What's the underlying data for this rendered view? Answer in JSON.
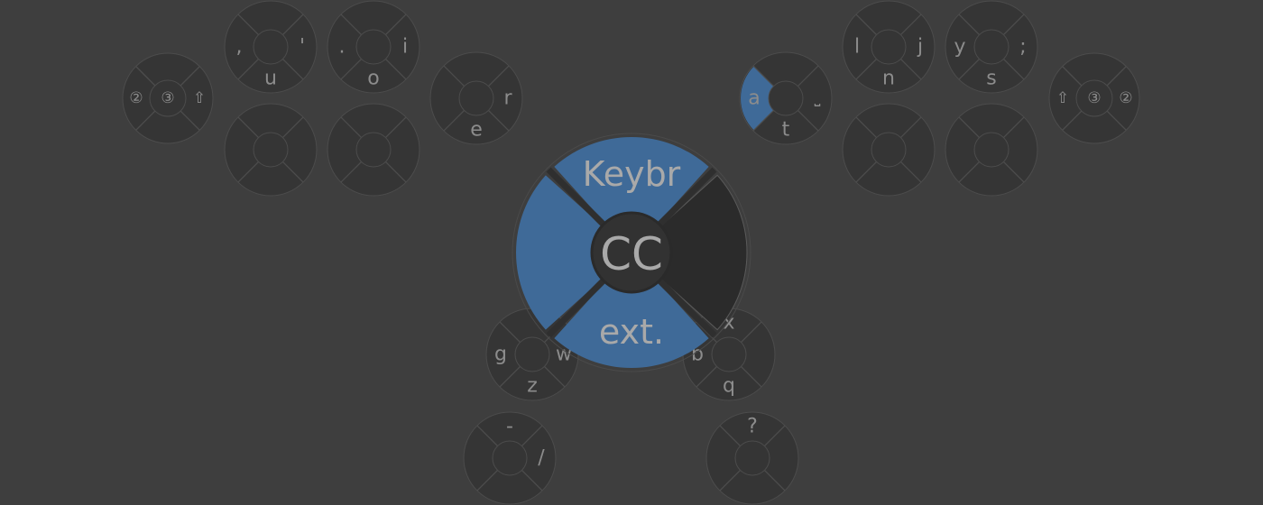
{
  "colors": {
    "background": "#3e3e3e",
    "key_fill": "#353535",
    "key_stroke": "#4c4c4c",
    "dim_text": "#8c8c8c",
    "accent": "#3f6a98",
    "overlay_dark": "#2b2b2b",
    "overlay_text": "#a9a9a9"
  },
  "keys": [
    {
      "id": "left-mod-cluster",
      "labels": {
        "left": "②",
        "center": "③",
        "right": "⇧"
      },
      "icons": {
        "left": "circled-two-icon",
        "center": "circled-three-icon",
        "right": "shift-icon"
      }
    },
    {
      "id": "left-comma-u",
      "labels": {
        "left": ",",
        "right": "'",
        "bottom": "u"
      }
    },
    {
      "id": "left-period-o",
      "labels": {
        "left": ".",
        "right": "i",
        "bottom": "o"
      }
    },
    {
      "id": "left-r-e",
      "labels": {
        "right": "r",
        "bottom": "e"
      }
    },
    {
      "id": "left-blank-1",
      "labels": {}
    },
    {
      "id": "left-blank-2",
      "labels": {}
    },
    {
      "id": "right-a-t",
      "labels": {
        "left": "a",
        "right": "⎵",
        "bottom": "t"
      },
      "highlight": "left",
      "icons": {
        "right": "space-icon"
      }
    },
    {
      "id": "right-l-n",
      "labels": {
        "left": "l",
        "right": "j",
        "bottom": "n"
      }
    },
    {
      "id": "right-y-s",
      "labels": {
        "left": "y",
        "right": ";",
        "bottom": "s"
      }
    },
    {
      "id": "right-mod-cluster",
      "labels": {
        "left": "⇧",
        "center": "③",
        "right": "②"
      },
      "icons": {
        "left": "shift-icon",
        "center": "circled-three-icon",
        "right": "circled-two-icon"
      }
    },
    {
      "id": "right-blank-1",
      "labels": {}
    },
    {
      "id": "right-blank-2",
      "labels": {}
    },
    {
      "id": "thumb-g-z",
      "labels": {
        "left": "g",
        "right": "w",
        "bottom": "z"
      }
    },
    {
      "id": "thumb-x-q",
      "labels": {
        "top": "x",
        "left": "b",
        "bottom": "q"
      }
    },
    {
      "id": "thumb-dash-slash",
      "labels": {
        "top": "-",
        "right": "/"
      }
    },
    {
      "id": "thumb-question",
      "labels": {
        "top": "?"
      }
    }
  ],
  "center_wheel": {
    "center_label": "CC",
    "top_label": "Keybr",
    "bottom_label": "ext.",
    "left_selected": true,
    "right_selected": false
  }
}
